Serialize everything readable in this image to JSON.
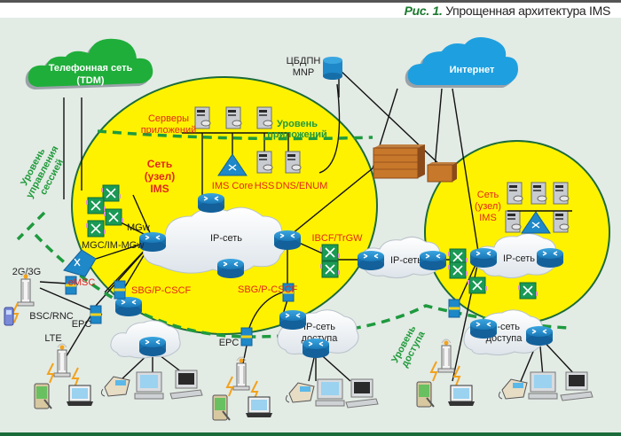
{
  "caption": {
    "figure_label": "Рис. 1.",
    "title": "Упрощенная архитектура IMS"
  },
  "clouds": {
    "tdm": {
      "line1": "Телефонная сеть",
      "line2": "(TDM)"
    },
    "internet": {
      "label": "Интернет"
    },
    "ip_core": {
      "label": "IP-сеть"
    },
    "ip_middle": {
      "label": "IP-сеть"
    },
    "ip_right": {
      "label": "IP-сеть"
    },
    "access_center": {
      "line1": "IP-сеть",
      "line2": "доступа"
    },
    "access_right": {
      "line1": "IP-сеть",
      "line2": "доступа"
    }
  },
  "database": {
    "line1": "ЦБДПН",
    "line2": "MNP"
  },
  "ims_main": {
    "title_line1": "Сеть",
    "title_line2": "(узел)",
    "title_line3": "IMS",
    "app_servers_line1": "Серверы",
    "app_servers_line2": "приложений",
    "ims_core": "IMS Core",
    "hss": "HSS",
    "dns_enum": "DNS/ENUM",
    "mgw": "MGw",
    "mgc": "MGC/IM-MGw",
    "ibcf": "IBCF/TrGW",
    "sbg_left": "SBG/P-CSCF",
    "sbg_center": "SBG/P-CSCF"
  },
  "ims_right": {
    "title_line1": "Сеть",
    "title_line2": "(узел)",
    "title_line3": "IMS"
  },
  "levels": {
    "app_line1": "Уровень",
    "app_line2": "приложений",
    "session_line1": "Уровень",
    "session_line2": "управления",
    "session_line3": "сессией",
    "access_line1": "Уровень",
    "access_line2": "доступа"
  },
  "access": {
    "gen": "2G/3G",
    "emsc": "eMSC",
    "bsc": "BSC/RNC",
    "epc_left": "EPC",
    "lte": "LTE",
    "epc_center": "EPC"
  },
  "colors": {
    "yellow_zone": "#fff200",
    "zone_border": "#1b6b3a",
    "level_dash": "#1e9a3e",
    "tdm_cloud": "#1fae3a",
    "internet_cloud": "#1ea0e0",
    "router": "#1e88c8",
    "label_red": "#e2261c",
    "panel_bg": "#e3ebe5"
  }
}
